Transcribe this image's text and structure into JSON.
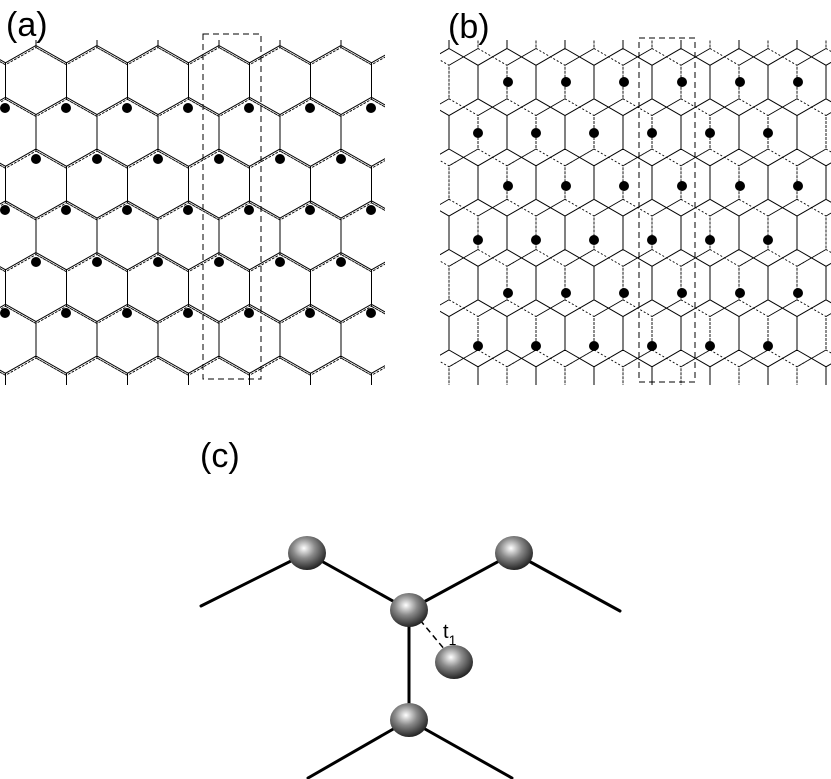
{
  "panels": {
    "a": {
      "label": "(a)"
    },
    "b": {
      "label": "(b)"
    },
    "c": {
      "label": "(c)",
      "hopping_label": "t",
      "hopping_subscript": "1"
    }
  },
  "colors": {
    "ink": "#000000",
    "background": "#ffffff",
    "atom_light": "#ffffff",
    "atom_dark": "#333333"
  }
}
